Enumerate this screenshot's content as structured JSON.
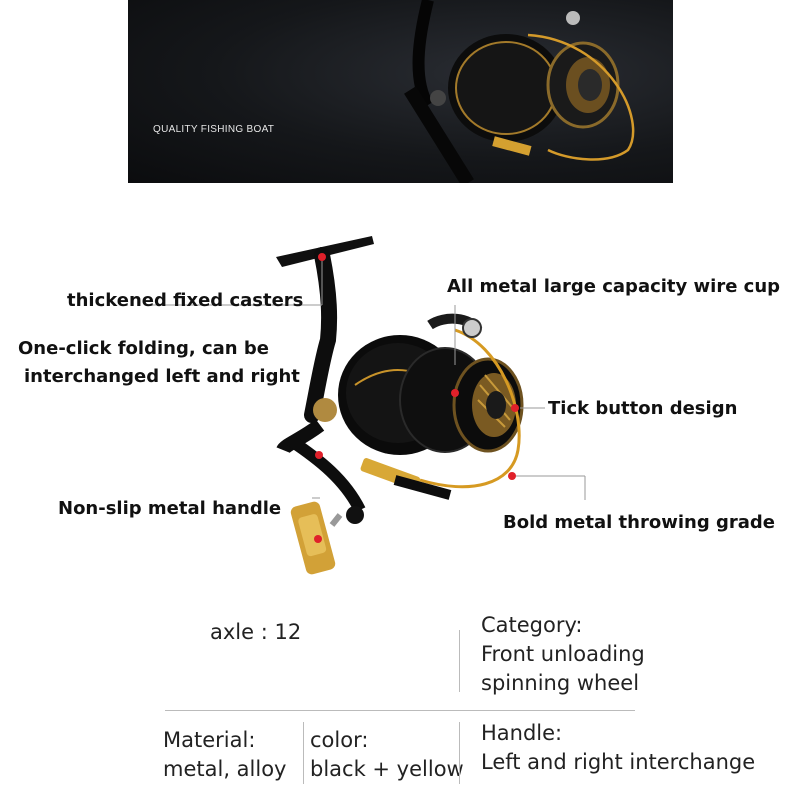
{
  "banner": {
    "text": "QUALITY FISHING BOAT"
  },
  "callouts": {
    "casters": "thickened fixed casters",
    "wire_cup": "All metal large capacity wire cup",
    "folding_line1": "One-click folding, can be",
    "folding_line2": "interchanged left and right",
    "tick_button": "Tick button design",
    "handle": "Non-slip metal handle",
    "throwing": "Bold metal throwing grade"
  },
  "specs": {
    "axle": "axle : 12",
    "category_label": "Category:",
    "category_line1": "Front unloading",
    "category_line2": "spinning wheel",
    "material_label": "Material:",
    "material_value": "metal, alloy",
    "color_label": "color:",
    "color_value": "black + yellow",
    "handle_label": "Handle:",
    "handle_value": "Left and right interchange"
  },
  "colors": {
    "gold": "#c8932a",
    "marker": "#e0202a",
    "reel_body": "#111111"
  }
}
